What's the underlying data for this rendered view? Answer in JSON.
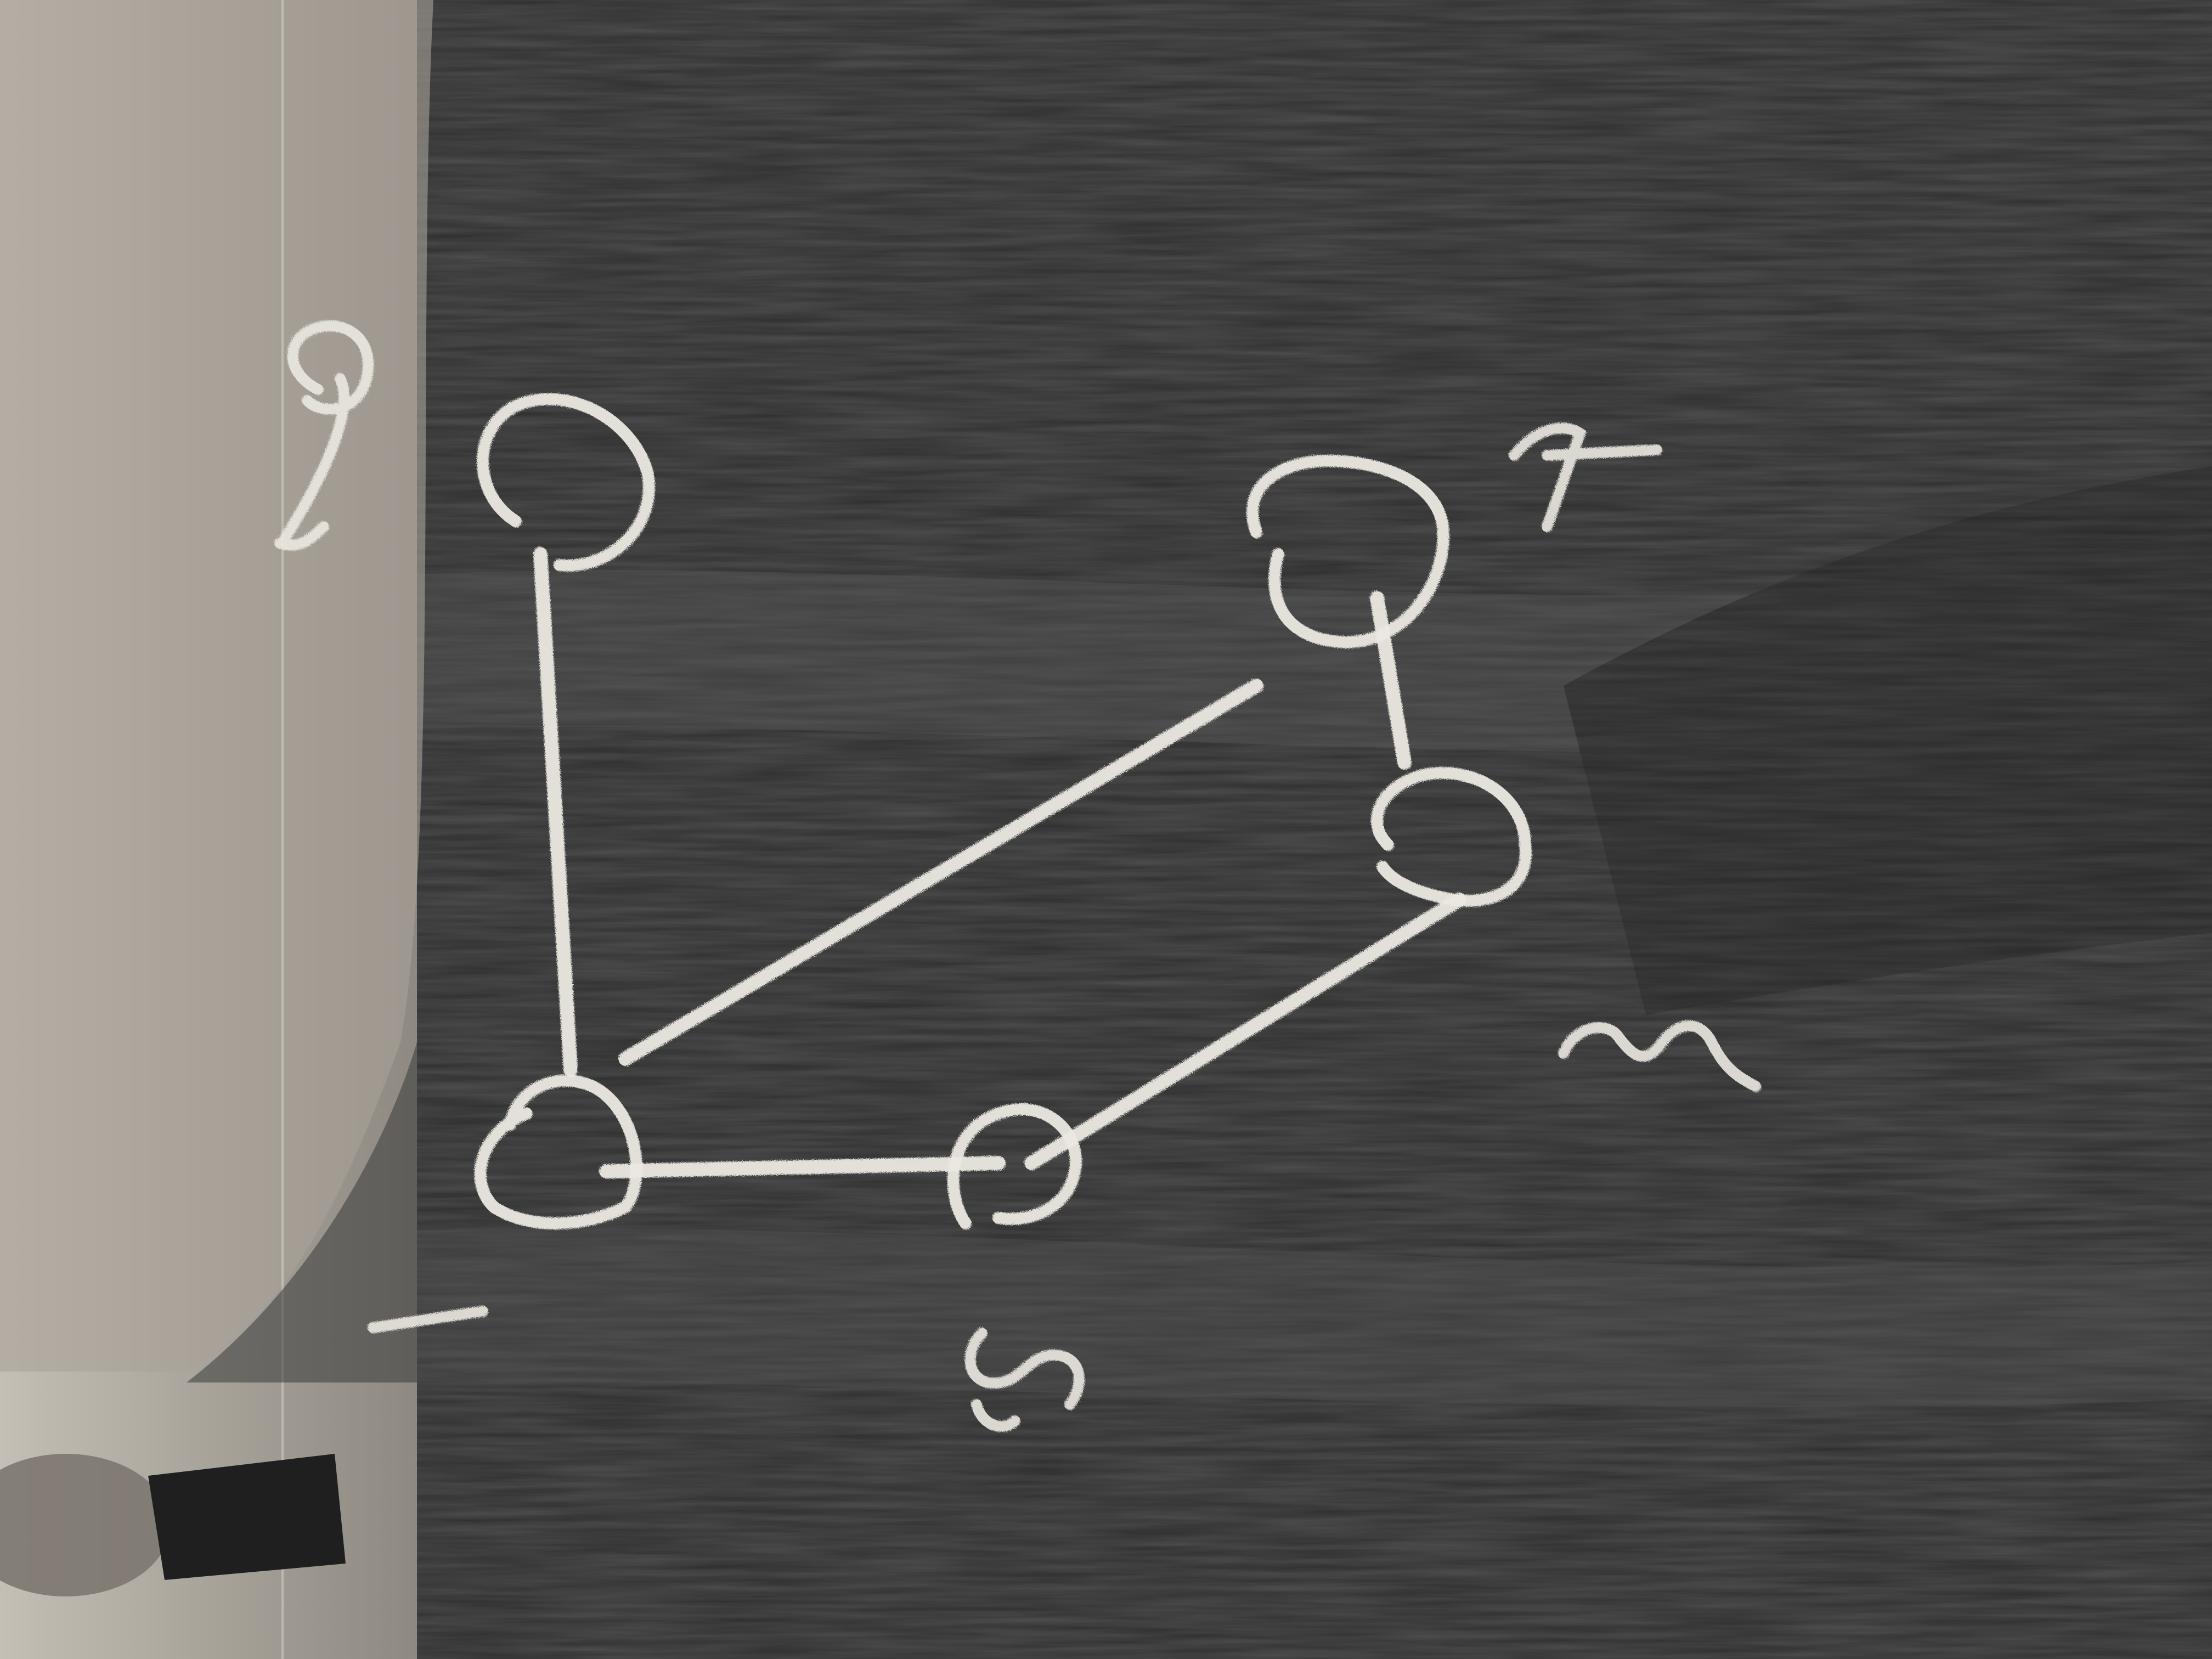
{
  "scene": {
    "description_visible": false,
    "colors": {
      "board": "#303030",
      "board_dark": "#222222",
      "smear": "#5a5a5a",
      "frame": "#a9a39a",
      "frame_shadow": "#8a857d",
      "chalk": "#ece9e2"
    }
  },
  "graph": {
    "node_labels": [
      "1",
      "2",
      "3",
      "4",
      "5"
    ]
  }
}
